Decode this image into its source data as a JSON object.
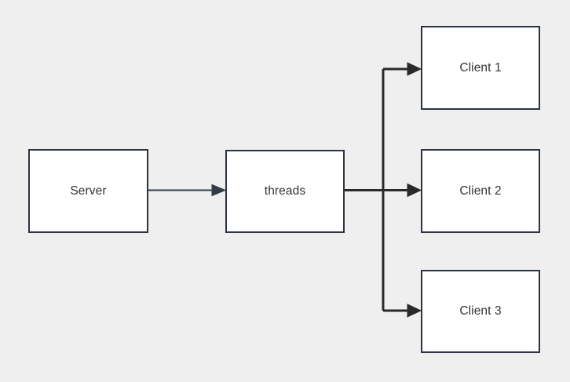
{
  "diagram": {
    "type": "flowchart",
    "orientation": "left-to-right",
    "background_color": "#efeff0",
    "nodes": [
      {
        "id": "server",
        "label": "Server",
        "shape": "rectangle",
        "fill": "#ffffff",
        "stroke": "#2b3440"
      },
      {
        "id": "threads",
        "label": "threads",
        "shape": "rectangle",
        "fill": "#ffffff",
        "stroke": "#2b3440"
      },
      {
        "id": "client1",
        "label": "Client 1",
        "shape": "rectangle",
        "fill": "#ffffff",
        "stroke": "#2b3440"
      },
      {
        "id": "client2",
        "label": "Client 2",
        "shape": "rectangle",
        "fill": "#ffffff",
        "stroke": "#2b3440"
      },
      {
        "id": "client3",
        "label": "Client 3",
        "shape": "rectangle",
        "fill": "#ffffff",
        "stroke": "#2b3440"
      }
    ],
    "edges": [
      {
        "id": "server-to-threads",
        "from": "server",
        "to": "client-bus",
        "label": "",
        "arrowhead": "filled-triangle",
        "stroke": "#333b45",
        "routing": "straight"
      },
      {
        "id": "threads-to-client1",
        "from": "threads",
        "to": "client1",
        "label": "",
        "arrowhead": "filled-triangle",
        "stroke": "#2a2a2a",
        "routing": "elbow-up"
      },
      {
        "id": "threads-to-client2",
        "from": "threads",
        "to": "client2",
        "label": "",
        "arrowhead": "filled-triangle",
        "stroke": "#2a2a2a",
        "routing": "straight"
      },
      {
        "id": "threads-to-client3",
        "from": "threads",
        "to": "client3",
        "label": "",
        "arrowhead": "filled-triangle",
        "stroke": "#2a2a2a",
        "routing": "elbow-down"
      }
    ]
  }
}
